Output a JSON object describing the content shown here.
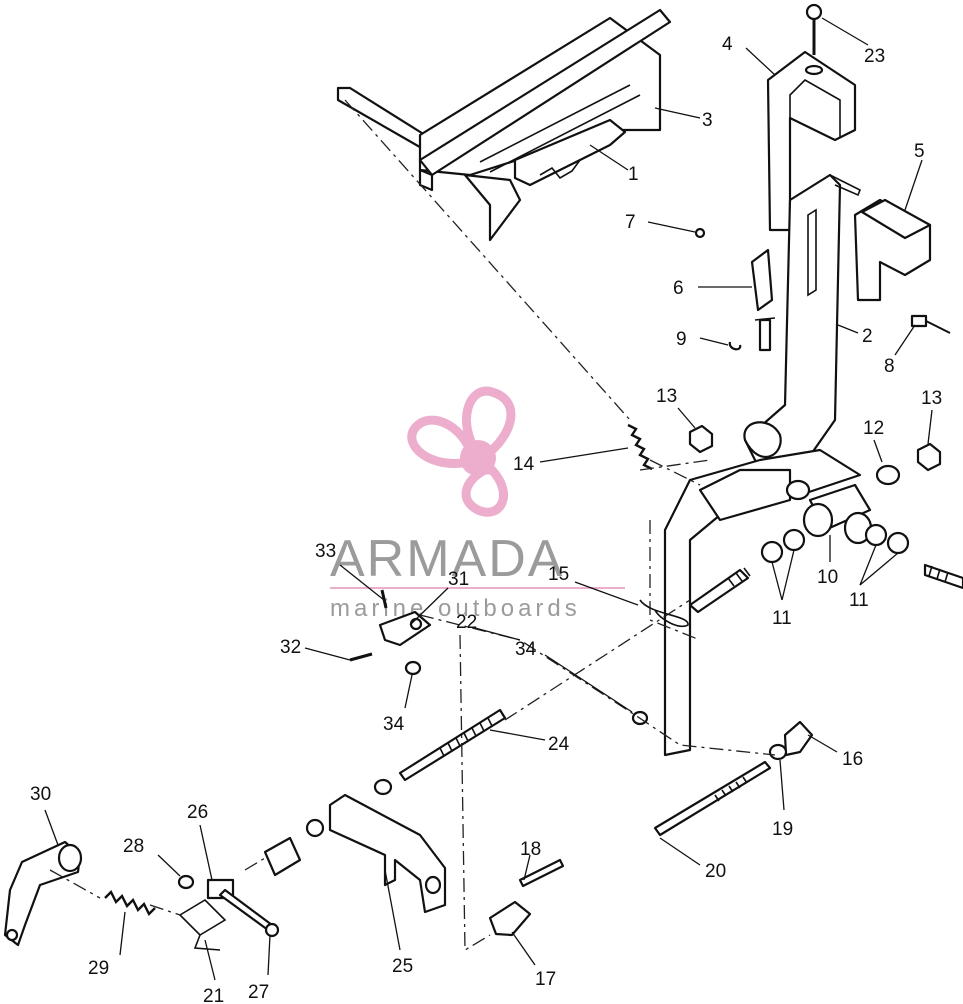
{
  "watermark": {
    "brand": "ARMADA",
    "tagline": "marine outboards",
    "accent_color": "#e9a0c4",
    "text_color": "#8a8a8a"
  },
  "labels": {
    "p1": "1",
    "p2": "2",
    "p3": "3",
    "p4": "4",
    "p5": "5",
    "p6": "6",
    "p7": "7",
    "p8": "8",
    "p9": "9",
    "p10": "10",
    "p11a": "11",
    "p11b": "11",
    "p12": "12",
    "p13a": "13",
    "p13b": "13",
    "p14": "14",
    "p15": "15",
    "p16": "16",
    "p17": "17",
    "p18": "18",
    "p19": "19",
    "p20": "20",
    "p21": "21",
    "p22": "22",
    "p23": "23",
    "p24": "24",
    "p25": "25",
    "p26": "26",
    "p27": "27",
    "p28": "28",
    "p29": "29",
    "p30": "30",
    "p31": "31",
    "p32": "32",
    "p33": "33",
    "p34a": "34",
    "p34b": "34"
  }
}
